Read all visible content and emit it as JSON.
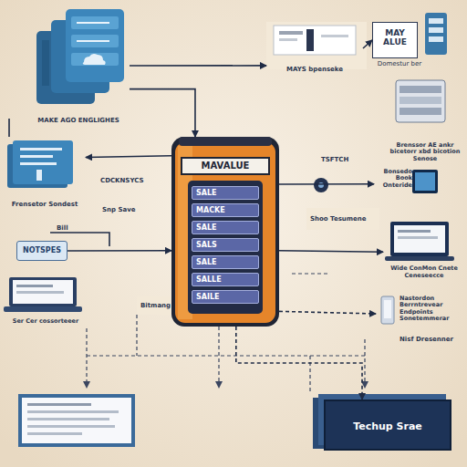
{
  "diagram": {
    "nodes": [
      {
        "text": [
          "MAKE AGO ENGLIGHES"
        ]
      },
      {
        "text": [
          "MAYS bpenseke"
        ]
      },
      {
        "text": [
          "MAY ALUE",
          "Domestur ber"
        ]
      },
      {
        "text": [
          "Brenssor AE ankr bicetorr xbd bicotion Senose"
        ]
      },
      {
        "text": [
          "Frensetor Sondest"
        ]
      },
      {
        "text": [
          "MAVALUE"
        ]
      },
      {
        "text": [
          "SALE"
        ],
        "in": 5
      },
      {
        "text": [
          "MACKE"
        ],
        "in": 5
      },
      {
        "text": [
          "SALE"
        ],
        "in": 5
      },
      {
        "text": [
          "SALS"
        ],
        "in": 5
      },
      {
        "text": [
          "SALE"
        ],
        "in": 5
      },
      {
        "text": [
          "SALLE"
        ],
        "in": 5
      },
      {
        "text": [
          "SAILE"
        ],
        "in": 5
      },
      {
        "text": [
          "Bonsedo Book Onteride"
        ]
      },
      {
        "text": [
          "Wide ConMon Cnete Ceneseecce"
        ]
      },
      {
        "text": [
          "NOTSPES"
        ]
      },
      {
        "text": [
          "Ser Cer cossorteeer"
        ]
      },
      {
        "text": [
          "Nastordon Berrntrevear Endpoints Sonetemmerar"
        ]
      },
      {
        "text": [
          "Techup Srae"
        ]
      }
    ],
    "edges": [
      {
        "from": 0,
        "to": 1,
        "arrow": "to"
      },
      {
        "from": 0,
        "to": 5,
        "arrow": "to"
      },
      {
        "from": 1,
        "to": 2,
        "arrow": "to"
      },
      {
        "from": 5,
        "to": 4,
        "arrow": "to"
      },
      {
        "from": 5,
        "to": 13,
        "arrow": "to"
      },
      {
        "from": 5,
        "to": 14,
        "arrow": "to"
      },
      {
        "from": 15,
        "to": 5,
        "arrow": "to"
      },
      {
        "from": 5,
        "to": 18,
        "arrow": "to"
      },
      {
        "from": 5,
        "to": 17,
        "arrow": "to"
      }
    ],
    "labels": [
      "CDCKNSYCS",
      "Snp Save",
      "TSFTCH",
      "Shoo Tesumene",
      "Bitmang",
      "Nisf Dresenner",
      "Bill"
    ]
  }
}
